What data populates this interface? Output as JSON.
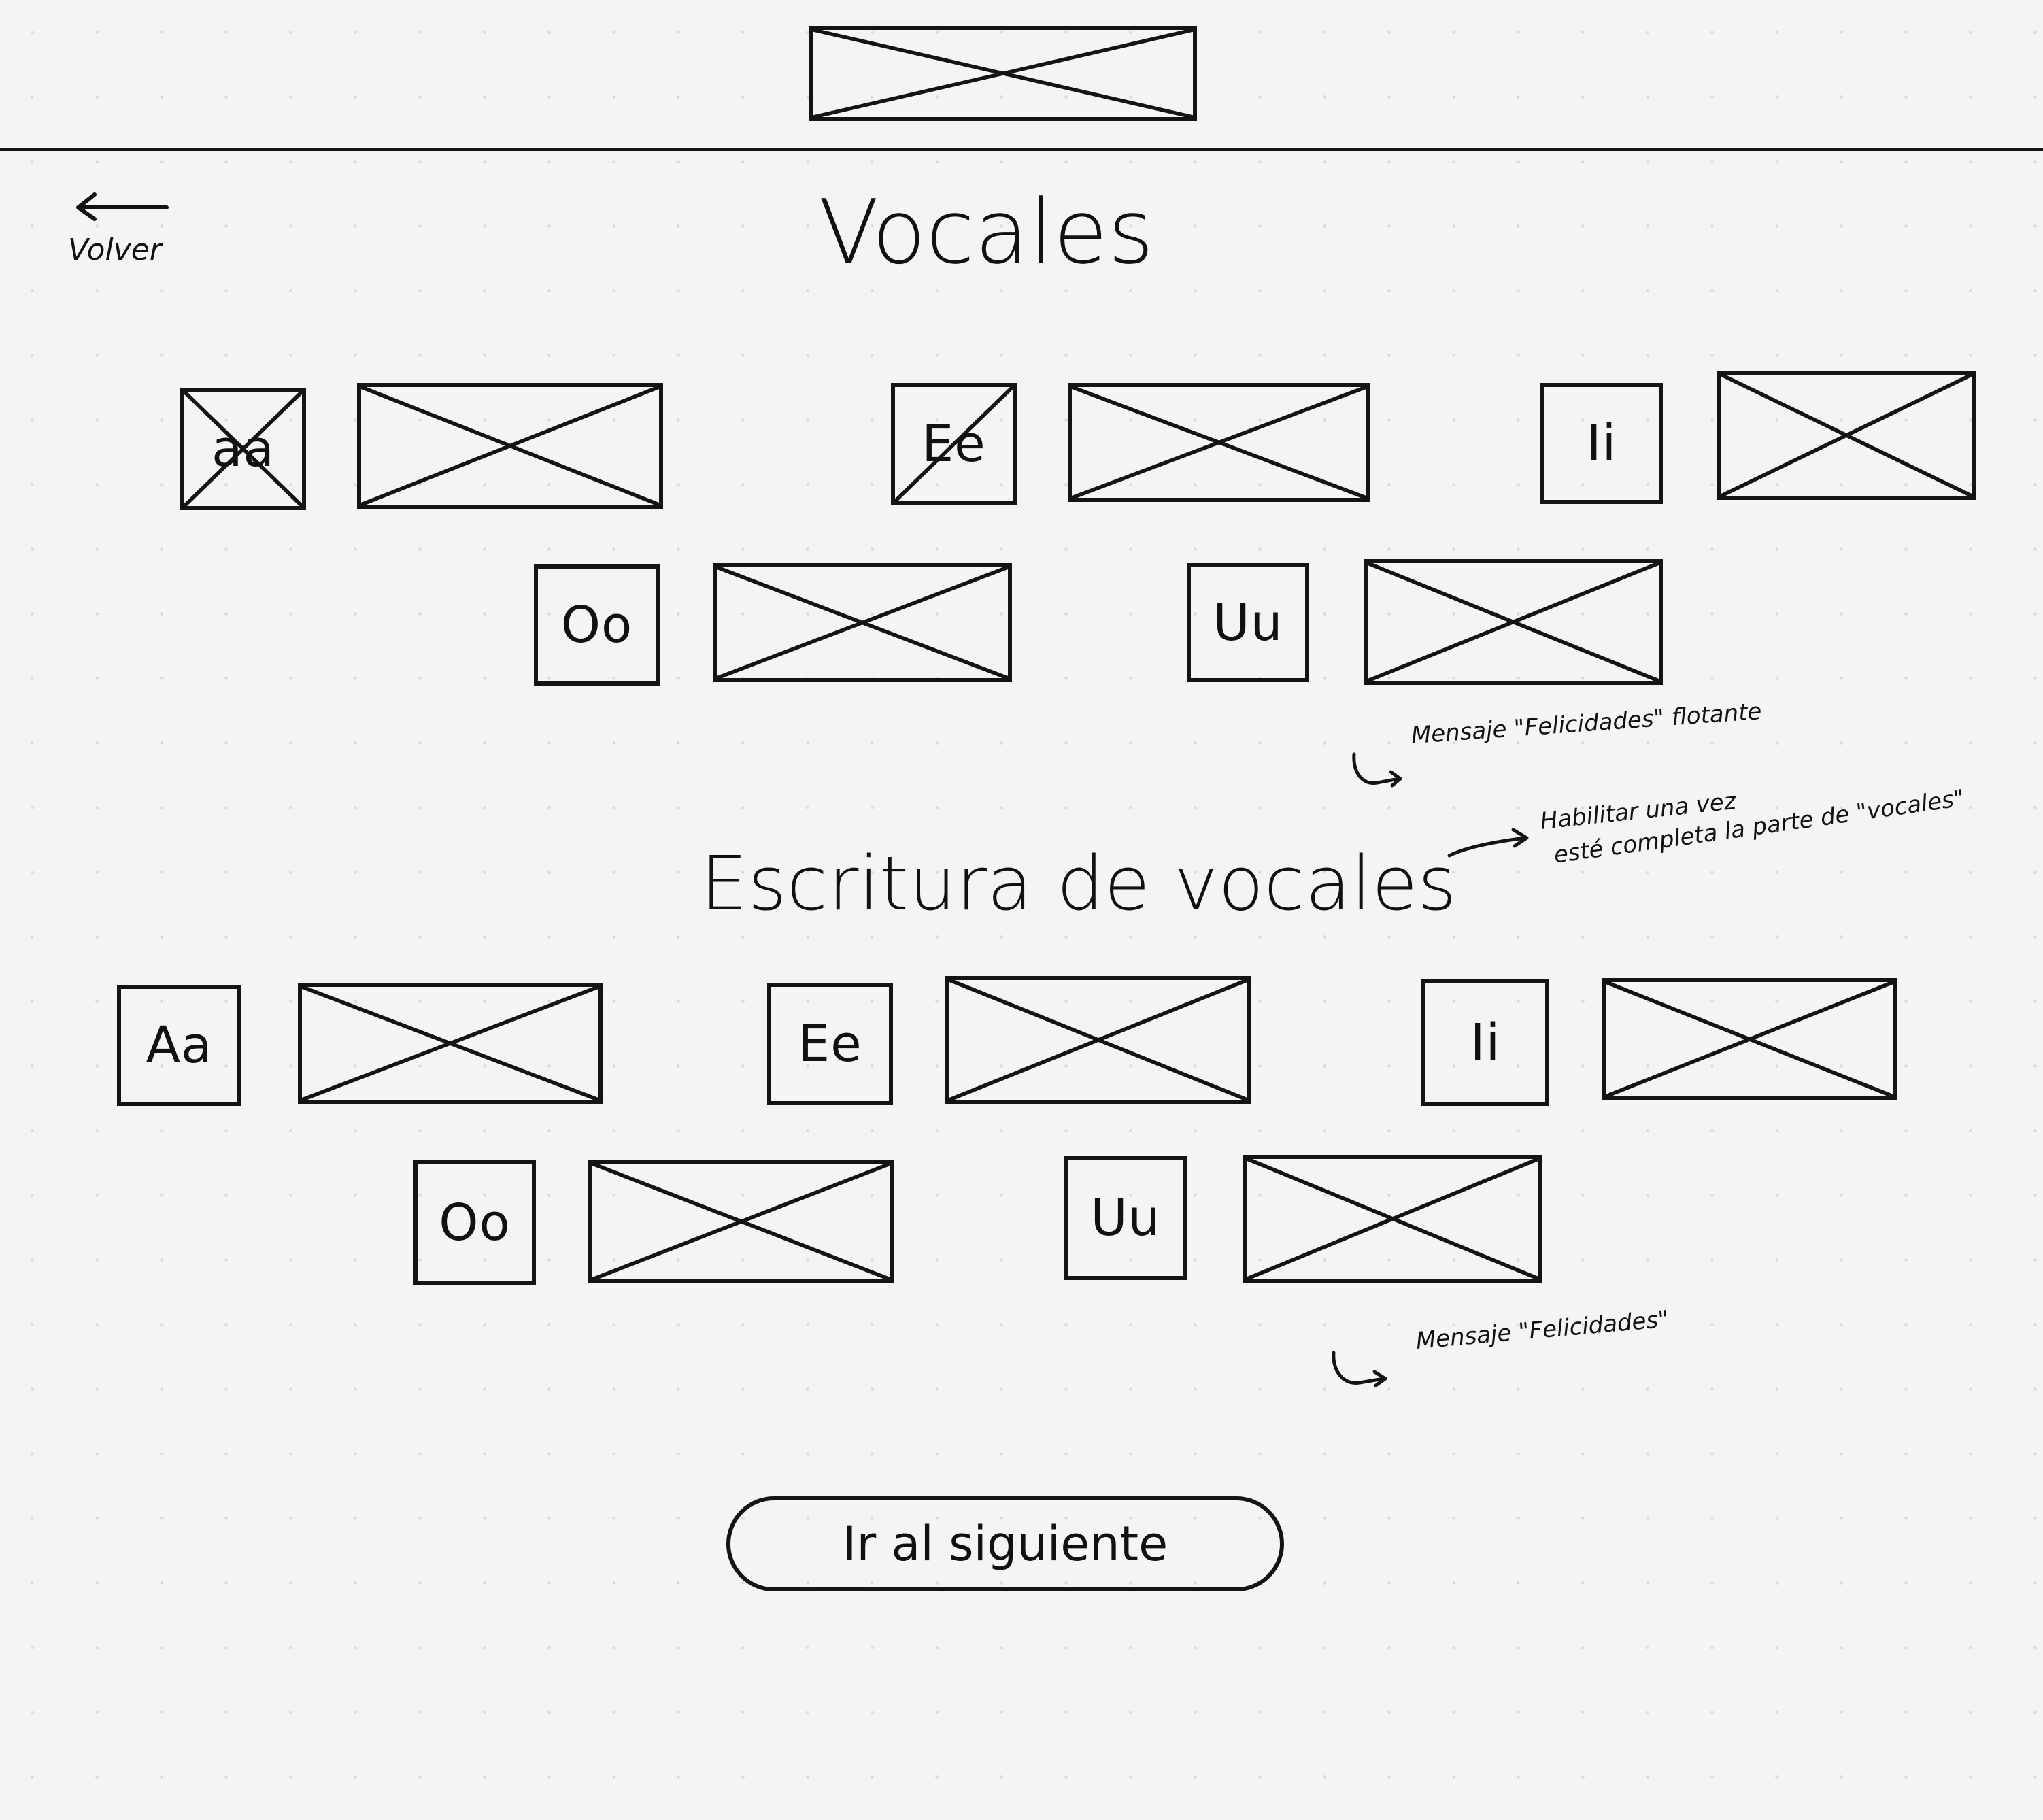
{
  "back": {
    "label": "Volver"
  },
  "sections": [
    {
      "title": "Vocales",
      "items": [
        {
          "letter": "aa",
          "crossed": true
        },
        {
          "letter": "Ee",
          "crossed": true
        },
        {
          "letter": "Ii",
          "crossed": false
        },
        {
          "letter": "Oo",
          "crossed": false
        },
        {
          "letter": "Uu",
          "crossed": false
        }
      ],
      "notes": [
        "Mensaje \"Felicidades\" flotante",
        "Habilitar una vez",
        "esté completa la parte de \"vocales\""
      ]
    },
    {
      "title": "Escritura de vocales",
      "items": [
        {
          "letter": "Aa",
          "crossed": false
        },
        {
          "letter": "Ee",
          "crossed": false
        },
        {
          "letter": "Ii",
          "crossed": false
        },
        {
          "letter": "Oo",
          "crossed": false
        },
        {
          "letter": "Uu",
          "crossed": false
        }
      ],
      "notes": [
        "Mensaje \"Felicidades\""
      ]
    }
  ],
  "next_button": {
    "label": "Ir al siguiente"
  }
}
